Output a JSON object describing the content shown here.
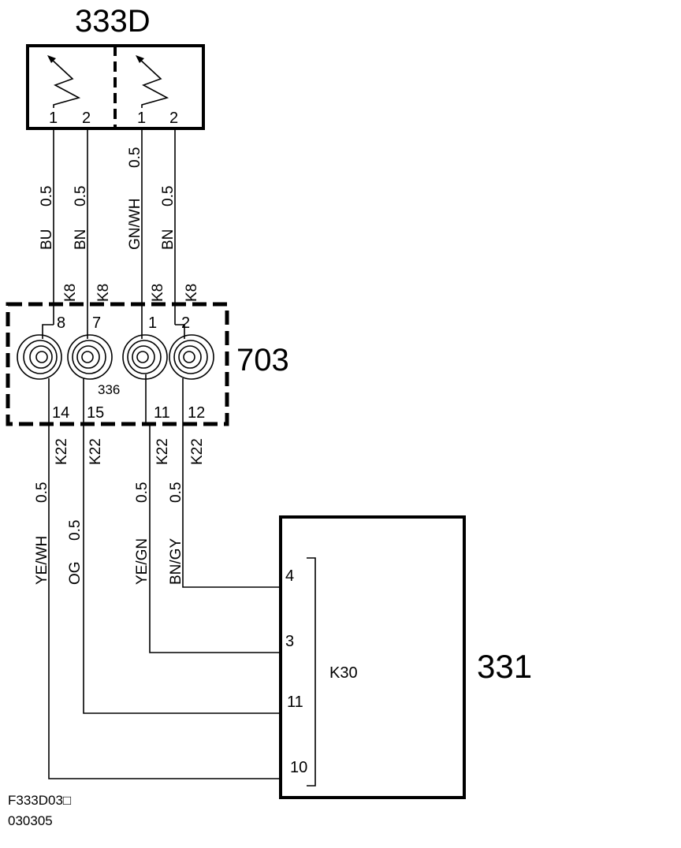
{
  "components": {
    "switch": {
      "label": "333D",
      "pins_left": [
        "1",
        "2"
      ],
      "pins_right": [
        "1",
        "2"
      ]
    },
    "connector": {
      "label": "703",
      "sub_label": "336",
      "top_pins": [
        "8",
        "7",
        "1",
        "2"
      ],
      "bottom_pins": [
        "14",
        "15",
        "11",
        "12"
      ]
    },
    "module": {
      "label": "331",
      "connector_label": "K30",
      "pins": [
        "4",
        "3",
        "11",
        "10"
      ]
    }
  },
  "wires_top": [
    {
      "color": "BU",
      "gauge": "0.5",
      "ref": "K8"
    },
    {
      "color": "BN",
      "gauge": "0.5",
      "ref": "K8"
    },
    {
      "color": "GN/WH",
      "gauge": "0.5",
      "ref": "K8"
    },
    {
      "color": "BN",
      "gauge": "0.5",
      "ref": "K8"
    }
  ],
  "wires_bottom": [
    {
      "color": "YE/WH",
      "gauge": "0.5",
      "ref": "K22"
    },
    {
      "color": "OG",
      "gauge": "0.5",
      "ref": "K22"
    },
    {
      "color": "YE/GN",
      "gauge": "0.5",
      "ref": "K22"
    },
    {
      "color": "BN/GY",
      "gauge": "0.5",
      "ref": "K22"
    }
  ],
  "footer": {
    "code": "F333D03□",
    "date": "030305"
  }
}
